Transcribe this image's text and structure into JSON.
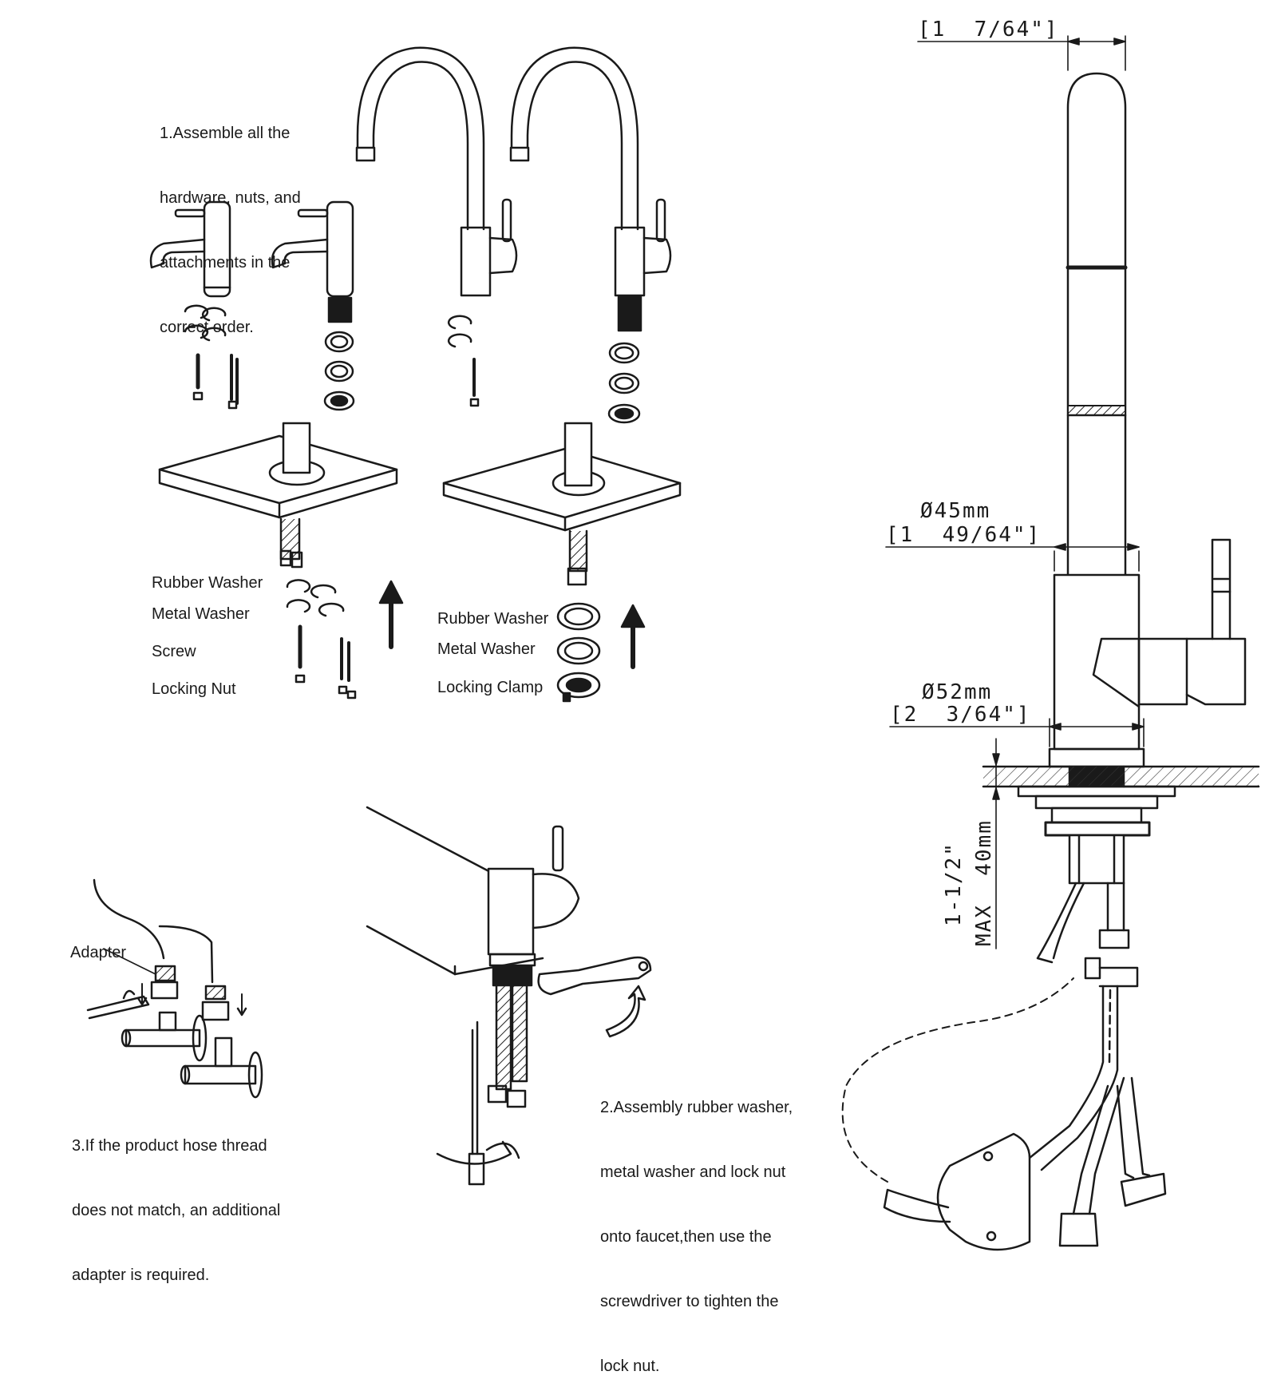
{
  "step1": {
    "lines": [
      "1.Assemble all the",
      "hardware, nuts, and",
      "attachments in the",
      "correct order."
    ]
  },
  "left_parts": {
    "rubber_washer": "Rubber Washer",
    "metal_washer": "Metal Washer",
    "screw": "Screw",
    "locking_nut": "Locking Nut"
  },
  "right_parts": {
    "rubber_washer": "Rubber Washer",
    "metal_washer": "Metal Washer",
    "locking_clamp": "Locking Clamp"
  },
  "adapter_label": "Adapter",
  "step3": {
    "lines": [
      "3.If the product hose thread",
      "does not match, an additional",
      "adapter is required."
    ]
  },
  "step2": {
    "lines": [
      "2.Assembly rubber washer,",
      "metal washer and lock nut",
      "onto faucet,then use the",
      "screwdriver to tighten the",
      "lock nut."
    ]
  },
  "dimensions": {
    "top_width": "[1  7/64\"]",
    "body_mm": "Ø45mm",
    "body_in": "[1  49/64\"]",
    "base_mm": "Ø52mm",
    "base_in": "[2  3/64\"]",
    "thickness_in": "1-1/2\"",
    "thickness_mm": "MAX  40mm"
  },
  "colors": {
    "line": "#1a1a1a",
    "dark_fill": "#2a2a2a",
    "hatch": "#333333"
  }
}
